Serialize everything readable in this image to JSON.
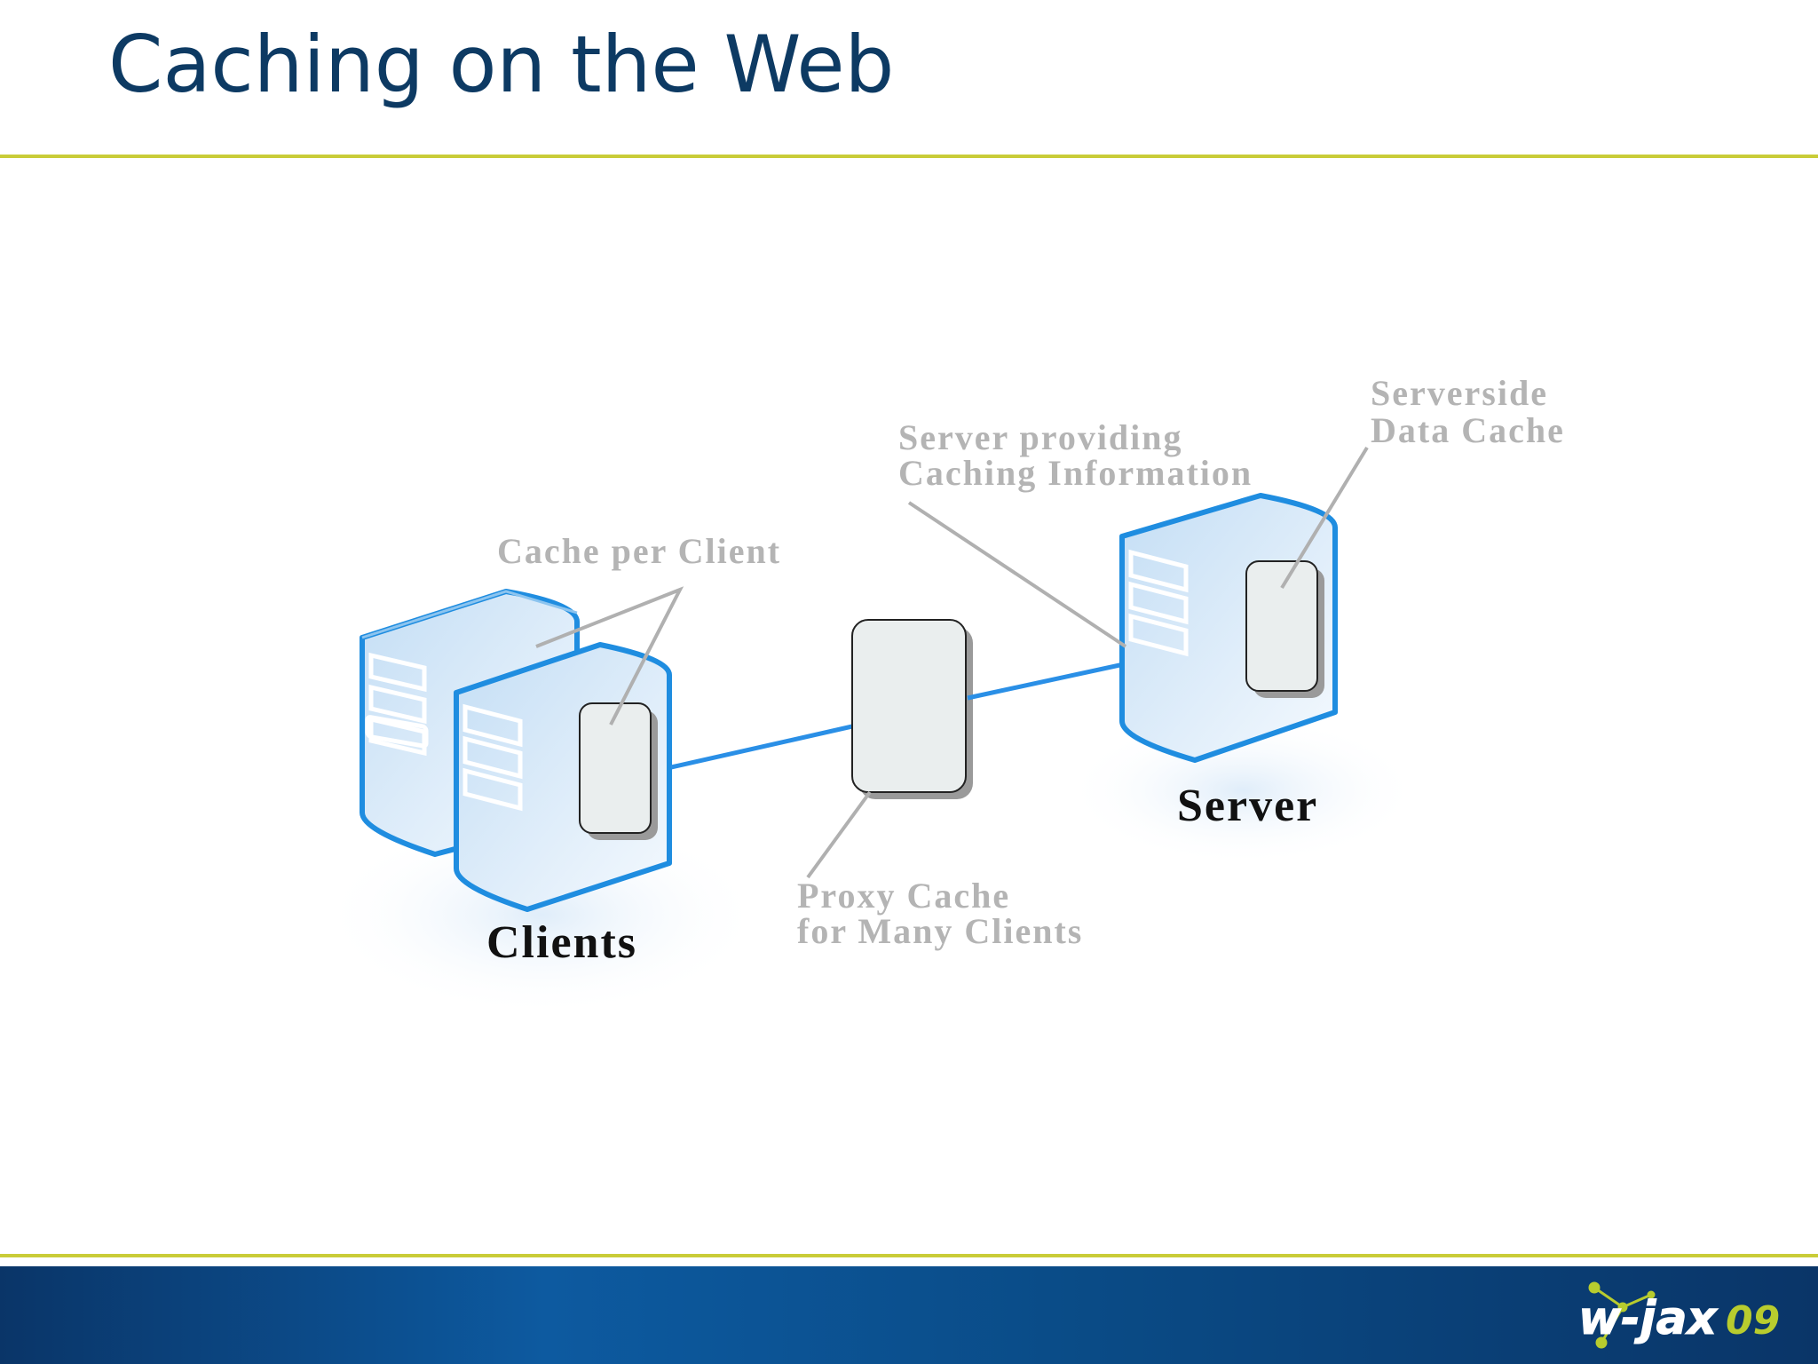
{
  "slide": {
    "title": "Caching on the Web"
  },
  "diagram": {
    "callouts": {
      "cache_per_client": "Cache per Client",
      "server_providing_line1": "Server providing",
      "server_providing_line2": "Caching Information",
      "serverside_line1": "Serverside",
      "serverside_line2": "Data Cache",
      "proxy_line1": "Proxy Cache",
      "proxy_line2": "for Many Clients"
    },
    "nodes": {
      "clients_label": "Clients",
      "server_label": "Server"
    },
    "colors": {
      "server_fill": "#d6e9f8",
      "server_stroke": "#1f8de0",
      "cache_fill": "#eaeeee",
      "connector": "#2a8fe6",
      "leader": "#b0b0b0"
    }
  },
  "footer": {
    "logo_main": "w-jax",
    "logo_year": "09"
  }
}
